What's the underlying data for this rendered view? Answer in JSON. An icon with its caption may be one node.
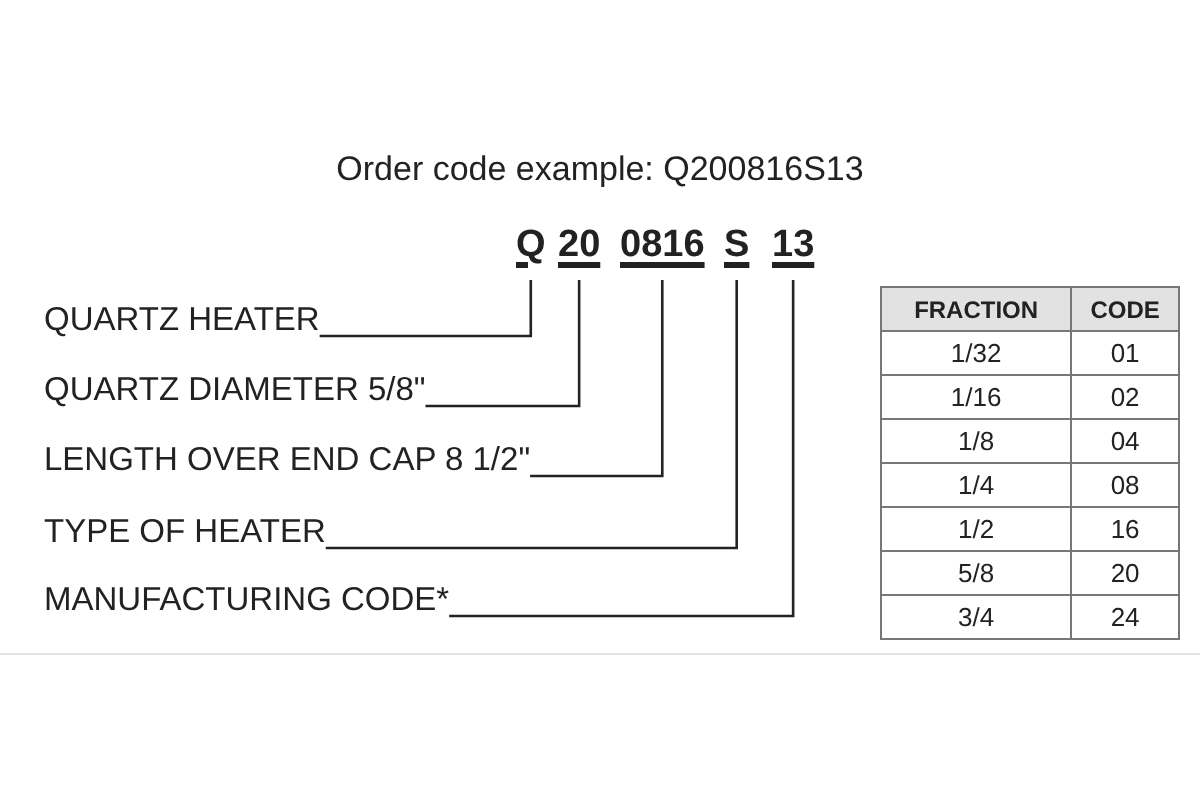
{
  "diagram": {
    "title": "Order code example: Q200816S13",
    "nodes": [
      {
        "text": [
          "Q"
        ]
      },
      {
        "text": [
          "20"
        ]
      },
      {
        "text": [
          "0816"
        ]
      },
      {
        "text": [
          "S"
        ]
      },
      {
        "text": [
          "13"
        ]
      },
      {
        "text": [
          "QUARTZ HEATER"
        ]
      },
      {
        "text": [
          "QUARTZ DIAMETER 5/8\""
        ]
      },
      {
        "text": [
          "LENGTH OVER END CAP 8 1/2\""
        ]
      },
      {
        "text": [
          "TYPE OF HEATER"
        ]
      },
      {
        "text": [
          "MANUFACTURING CODE*"
        ]
      }
    ],
    "edges": [
      {
        "from": 5,
        "to": 0,
        "arrow": "none"
      },
      {
        "from": 6,
        "to": 1,
        "arrow": "none"
      },
      {
        "from": 7,
        "to": 2,
        "arrow": "none"
      },
      {
        "from": 8,
        "to": 3,
        "arrow": "none"
      },
      {
        "from": 9,
        "to": 4,
        "arrow": "none"
      }
    ],
    "labels": [
      "FRACTION",
      "CODE",
      "1/32",
      "01",
      "1/16",
      "02",
      "1/8",
      "04",
      "1/4",
      "08",
      "1/2",
      "16",
      "5/8",
      "20",
      "3/4",
      "24"
    ]
  }
}
